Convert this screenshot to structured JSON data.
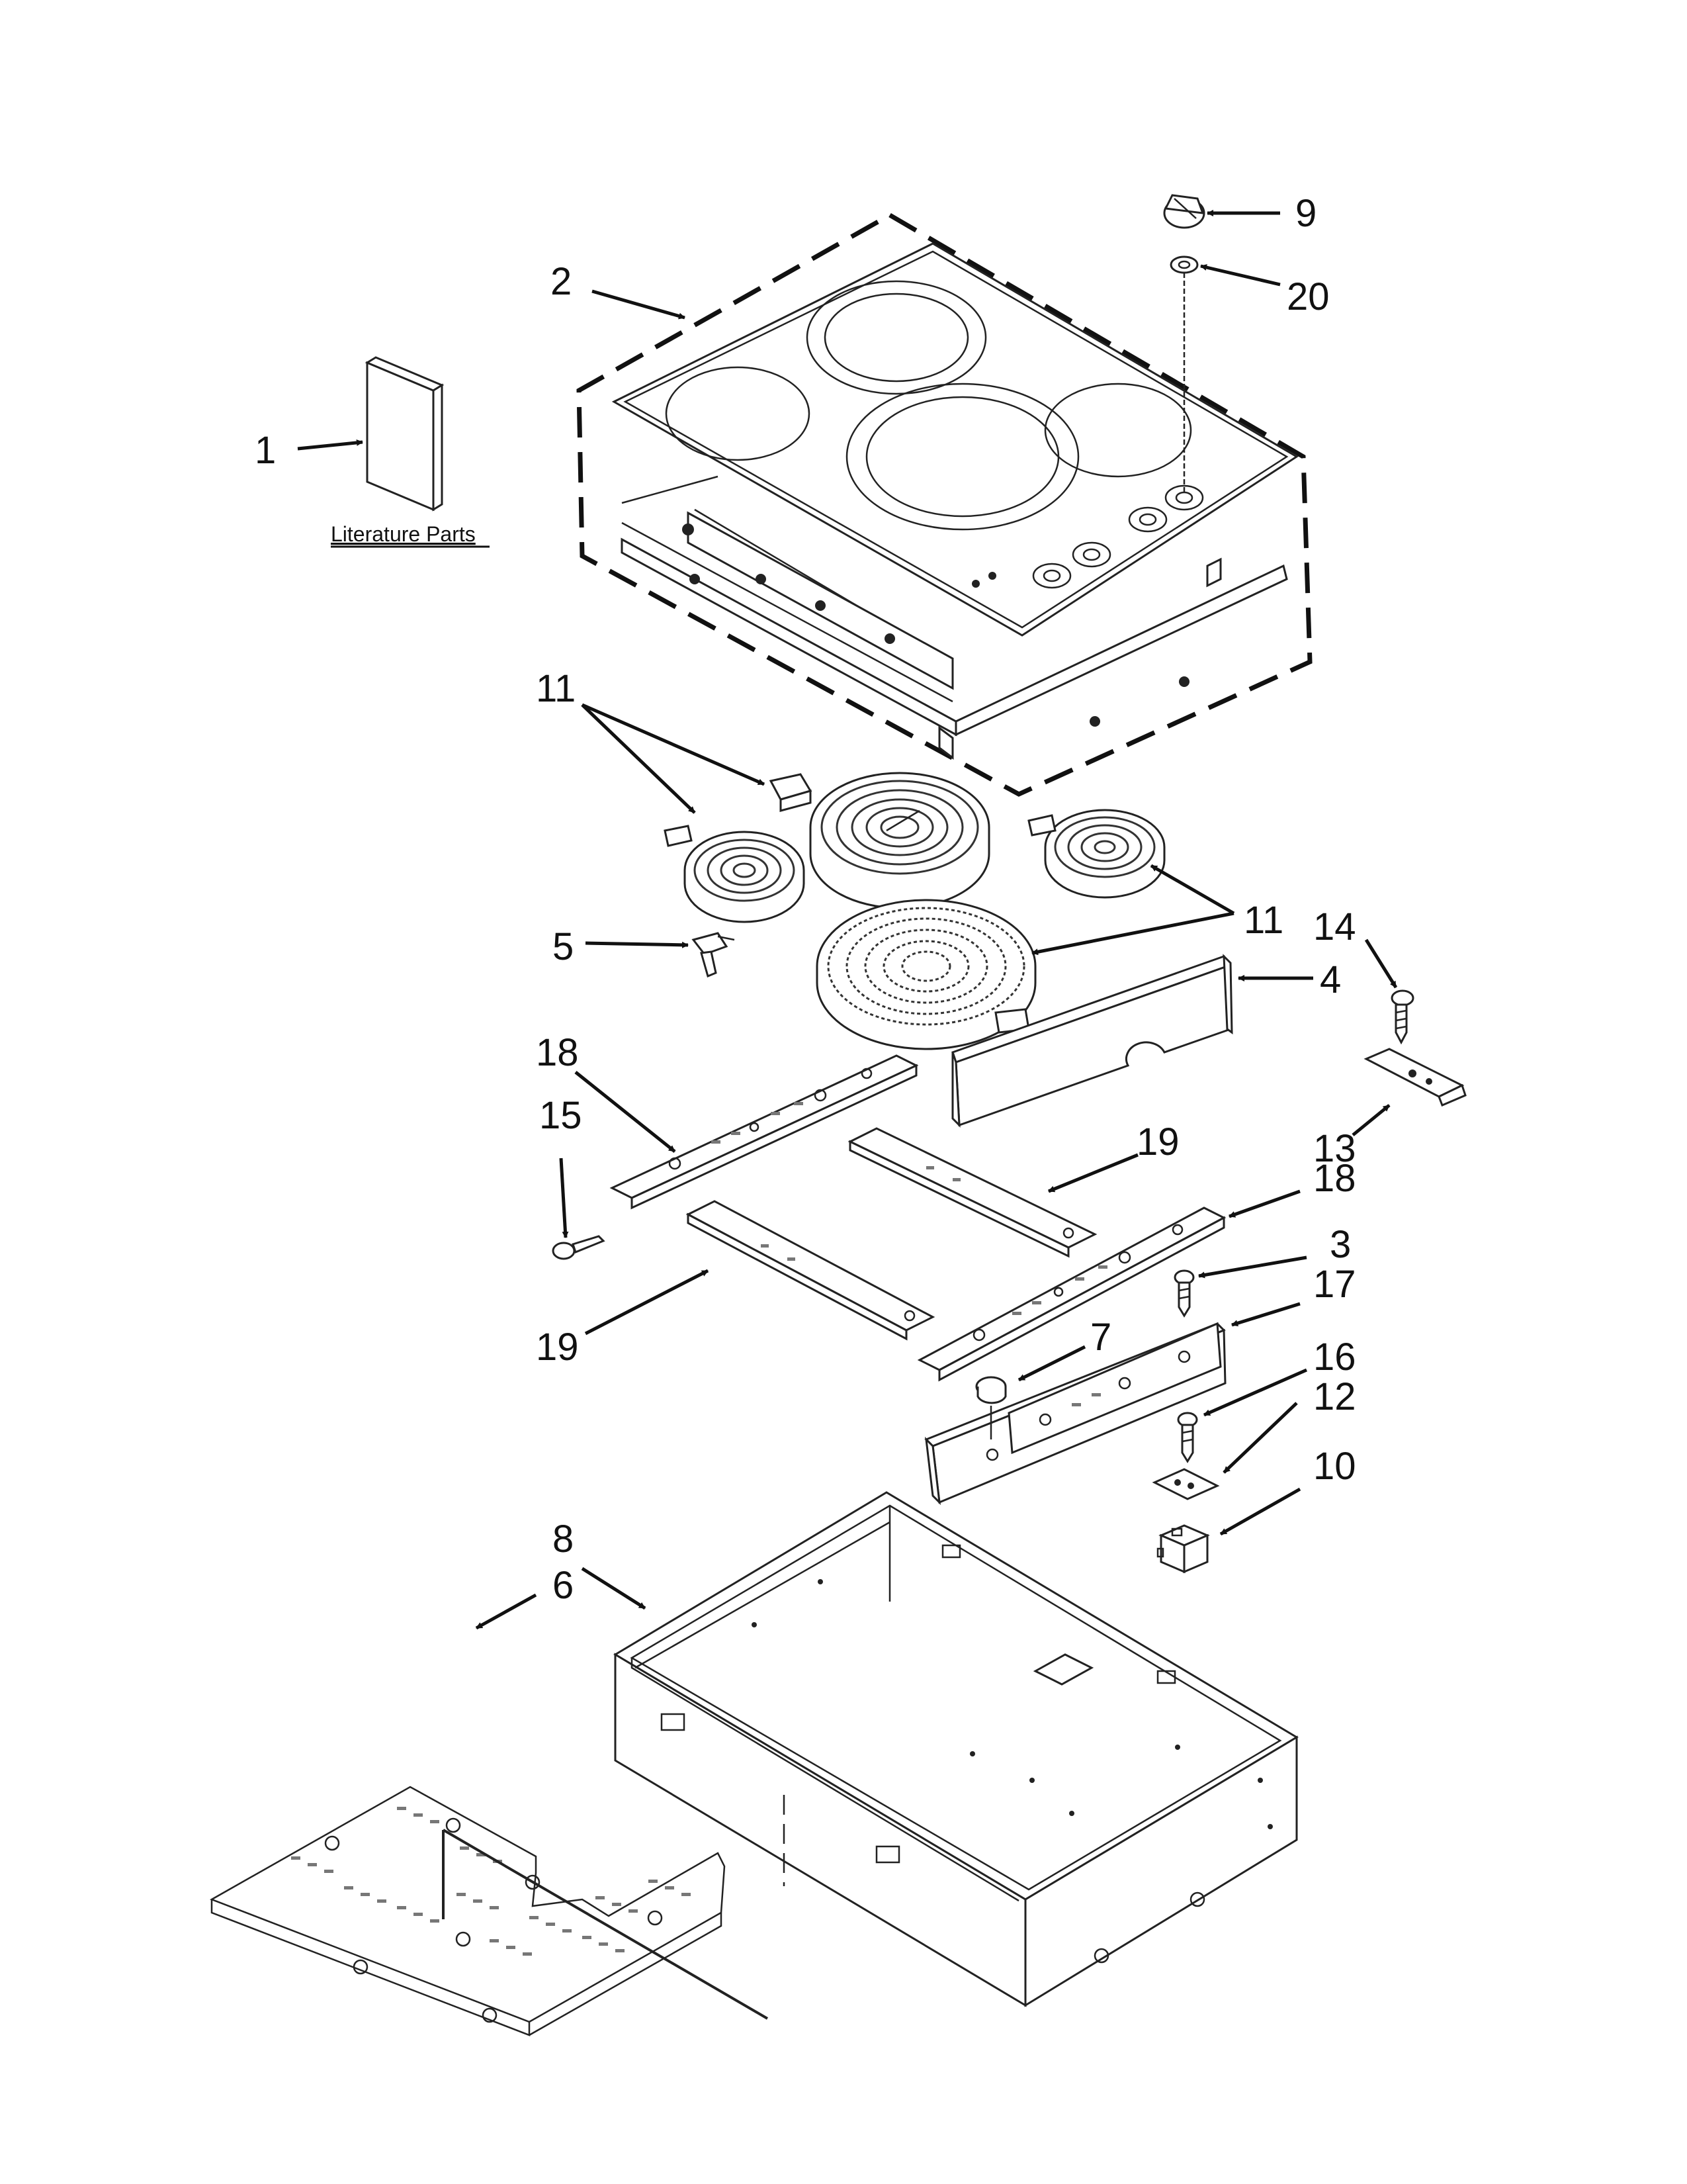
{
  "title": "",
  "literature_label": "Literature Parts",
  "callouts": [
    {
      "id": "c1",
      "label": "1"
    },
    {
      "id": "c2",
      "label": "2"
    },
    {
      "id": "c9",
      "label": "9"
    },
    {
      "id": "c20",
      "label": "20"
    },
    {
      "id": "c11a",
      "label": "11"
    },
    {
      "id": "c11b",
      "label": "11"
    },
    {
      "id": "c5",
      "label": "5"
    },
    {
      "id": "c4",
      "label": "4"
    },
    {
      "id": "c14",
      "label": "14"
    },
    {
      "id": "c18a",
      "label": "18"
    },
    {
      "id": "c15",
      "label": "15"
    },
    {
      "id": "c19a",
      "label": "19"
    },
    {
      "id": "c13",
      "label": "13"
    },
    {
      "id": "c18b",
      "label": "18"
    },
    {
      "id": "c3",
      "label": "3"
    },
    {
      "id": "c17",
      "label": "17"
    },
    {
      "id": "c19b",
      "label": "19"
    },
    {
      "id": "c7",
      "label": "7"
    },
    {
      "id": "c16",
      "label": "16"
    },
    {
      "id": "c12",
      "label": "12"
    },
    {
      "id": "c10",
      "label": "10"
    },
    {
      "id": "c8",
      "label": "8"
    },
    {
      "id": "c6",
      "label": "6"
    }
  ]
}
